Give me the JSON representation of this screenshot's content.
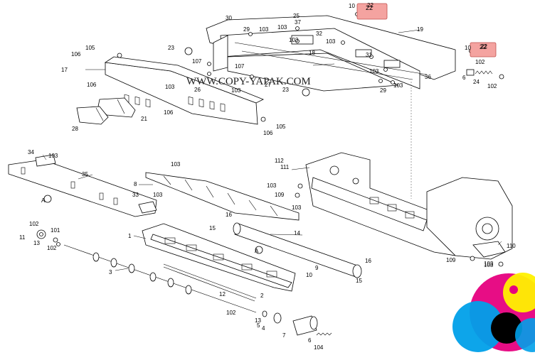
{
  "watermark": "WWW.COPY-YAPAK.COM",
  "upper_labels": [
    "10",
    "22",
    "25",
    "30",
    "37",
    "29",
    "103",
    "103",
    "32",
    "103",
    "19",
    "103",
    "23",
    "18",
    "31",
    "10",
    "22",
    "102",
    "105",
    "106",
    "107",
    "107",
    "6",
    "24",
    "102",
    "17",
    "106",
    "103",
    "26",
    "27",
    "23",
    "103",
    "29",
    "103",
    "36",
    "103",
    "106",
    "21",
    "105",
    "28",
    "106"
  ],
  "lower_labels": [
    "34",
    "103",
    "35",
    "A",
    "8",
    "103",
    "33",
    "103",
    "112",
    "111",
    "103",
    "109",
    "16",
    "15",
    "103",
    "14",
    "1",
    "102",
    "101",
    "11",
    "13",
    "102",
    "A",
    "110",
    "103",
    "109",
    "103",
    "9",
    "10",
    "16",
    "15",
    "3",
    "12",
    "2",
    "102",
    "13",
    "5",
    "4",
    "7",
    "6",
    "104"
  ],
  "highlighted_callouts": [
    "22",
    "22"
  ],
  "logo_colors": [
    "#e6007e",
    "#00a0e9",
    "#fff100",
    "#000000"
  ]
}
